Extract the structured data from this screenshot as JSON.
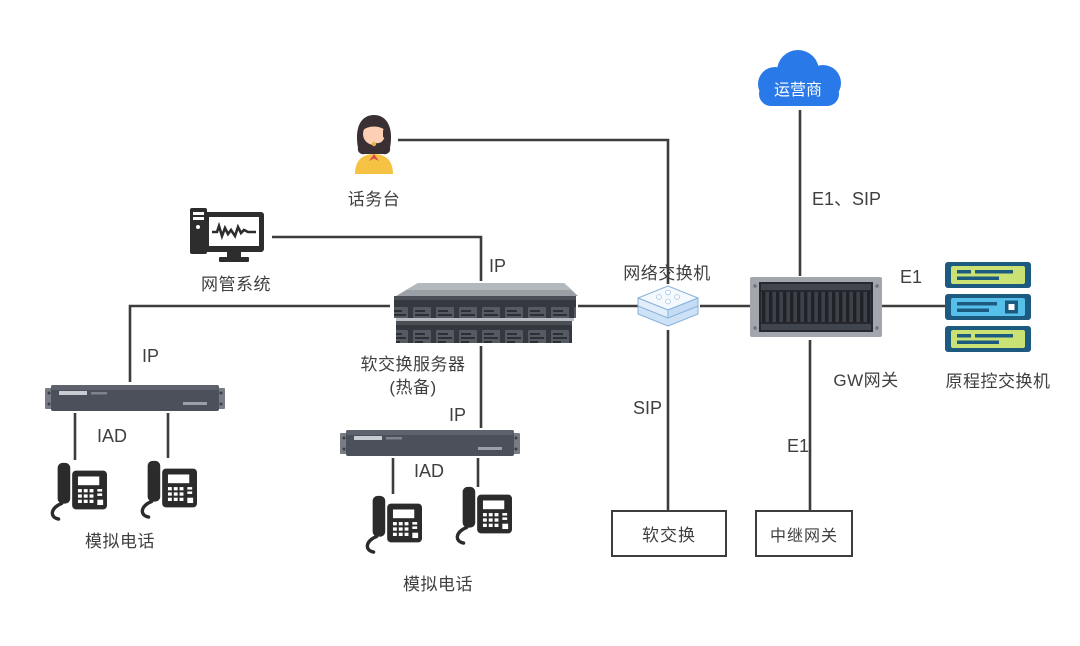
{
  "diagram": {
    "nodes": {
      "carrier_cloud": {
        "label": "运营商",
        "color": "#2979e8"
      },
      "operator_console": {
        "label": "话务台"
      },
      "nms": {
        "label": "网管系统"
      },
      "softswitch_server": {
        "label_line1": "软交换服务器",
        "label_line2": "(热备)"
      },
      "network_switch": {
        "label": "网络交换机"
      },
      "gw_gateway": {
        "label": "GW网关"
      },
      "legacy_pbx": {
        "label": "原程控交换机"
      },
      "iad_left": {
        "label": "IAD"
      },
      "iad_middle": {
        "label": "IAD"
      },
      "analog_phones_left": {
        "label": "模拟电话"
      },
      "analog_phones_middle": {
        "label": "模拟电话"
      },
      "softswitch_box": {
        "label": "软交换"
      },
      "trunk_gateway_box": {
        "label": "中继网关"
      }
    },
    "edge_labels": {
      "cloud_to_gw": "E1、SIP",
      "server_top_ip": "IP",
      "iad_left_ip": "IP",
      "iad_middle_ip": "IP",
      "switch_to_softswitch": "SIP",
      "gw_to_trunk": "E1",
      "gw_to_legacy": "E1"
    },
    "colors": {
      "line": "#3d3d3d",
      "label_text": "#3f3f3f",
      "cloud_blue": "#2979e8",
      "switch_fill": "#f4f9fe",
      "switch_stroke": "#8ab2da",
      "legacy_outline": "#1d5a80",
      "legacy_green": "#c9e273",
      "legacy_blue": "#56c0ea",
      "box_border": "#3d3d3d"
    }
  }
}
